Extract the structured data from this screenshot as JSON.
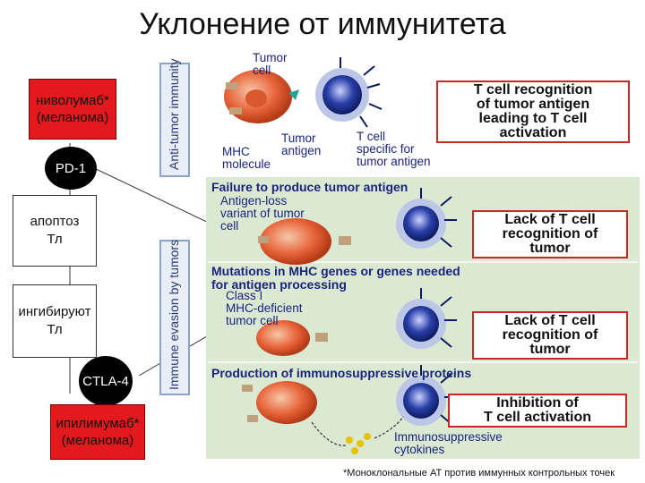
{
  "title": "Уклонение от иммунитета",
  "left": {
    "nivolumab": [
      "ниволумаб*",
      "(меланома)"
    ],
    "pd1": "PD-1",
    "apoptosis": [
      "апоптоз",
      "Тл"
    ],
    "inhibit": [
      "ингибируют",
      "Тл"
    ],
    "ctla4": "CTLA-4",
    "ipilimumab": [
      "ипилимумаб*",
      "(меланома)"
    ]
  },
  "figure": {
    "vlabel_top": "Anti-tumor immunity",
    "vlabel_bottom": "Immune evasion by tumors",
    "top": {
      "tumor_cell": [
        "Tumor",
        "cell"
      ],
      "mhc": [
        "MHC",
        "molecule"
      ],
      "antigen": [
        "Tumor",
        "antigen"
      ],
      "tcell": [
        "T cell",
        "specific for",
        "tumor antigen"
      ],
      "result": [
        "T cell recognition",
        "of tumor antigen",
        "leading to T cell",
        "activation"
      ]
    },
    "panel1": {
      "head": "Failure to produce tumor antigen",
      "label": [
        "Antigen-loss",
        "variant of tumor",
        "cell"
      ],
      "result": [
        "Lack of T cell",
        "recognition of",
        "tumor"
      ]
    },
    "panel2": {
      "head": [
        "Mutations in MHC genes or genes needed",
        "for antigen processing"
      ],
      "label": [
        "Class I",
        "MHC-deficient",
        "tumor cell"
      ],
      "result": [
        "Lack of T cell",
        "recognition of",
        "tumor"
      ]
    },
    "panel3": {
      "head": "Production of immunosuppressive proteins",
      "label": [
        "Immunosuppressive",
        "cytokines"
      ],
      "result": [
        "Inhibition of",
        "T cell activation"
      ]
    }
  },
  "footnote": "*Моноклональные АТ против иммунных контрольных точек",
  "colors": {
    "red": "#e3191d",
    "panel_green": "#dbe9d3",
    "tumor": "#e8643a",
    "tcell": "#2a3fa8"
  }
}
